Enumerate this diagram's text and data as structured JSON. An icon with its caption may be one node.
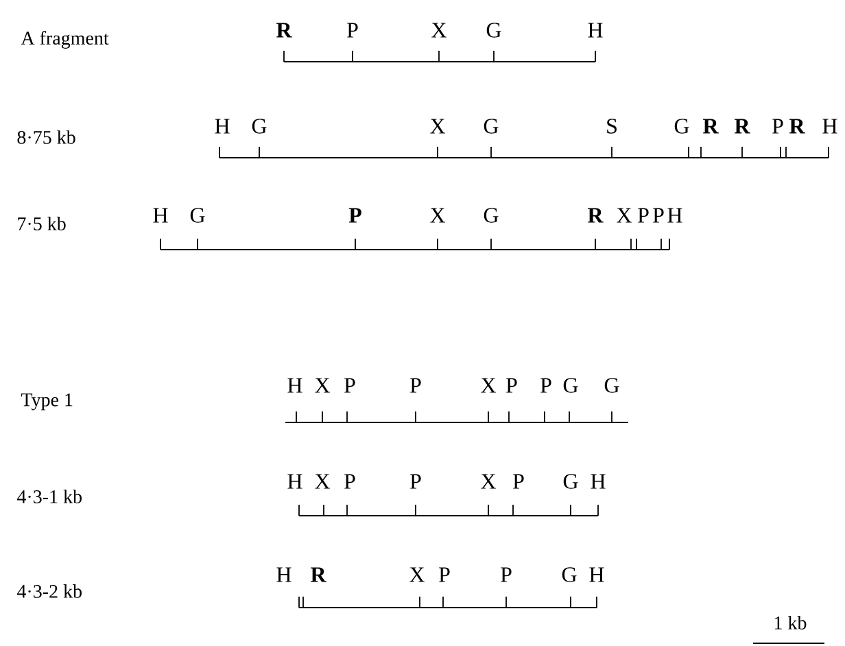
{
  "diagram": {
    "labels": [
      "A fragment",
      "R",
      "P",
      "X",
      "G",
      "H",
      "8·75 kb",
      "H",
      "G",
      "X",
      "G",
      "S",
      "G",
      "R",
      "R",
      "P",
      "R",
      "H",
      "7·5 kb",
      "H",
      "G",
      "P",
      "X",
      "G",
      "R",
      "X",
      "P",
      "P",
      "H",
      "Type 1",
      "H",
      "X",
      "P",
      "P",
      "X",
      "P",
      "P",
      "G",
      "G",
      "4·3-1 kb",
      "H",
      "X",
      "P",
      "P",
      "X",
      "P",
      "G",
      "H",
      "4·3-2 kb",
      "H",
      "R",
      "X",
      "P",
      "P",
      "G",
      "H",
      "1 kb"
    ]
  }
}
